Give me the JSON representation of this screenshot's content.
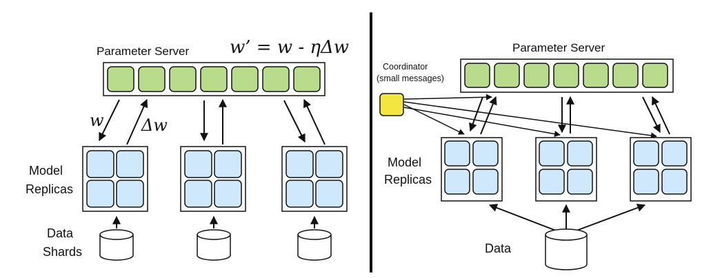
{
  "left_panel": {
    "title": "Parameter Server",
    "update_rule": "w’ = w - ηΔw",
    "w_label": "w",
    "delta_w_label": "Δw",
    "model_label_1": "Model",
    "model_label_2": "Replicas",
    "data_label_1": "Data",
    "data_label_2": "Shards"
  },
  "right_panel": {
    "title": "Parameter Server",
    "coordinator_label_1": "Coordinator",
    "coordinator_label_2": "(small messages)",
    "model_label_1": "Model",
    "model_label_2": "Replicas",
    "data_label": "Data"
  },
  "colors": {
    "server_cell": "#b8dc8c",
    "replica_cell": "#cfe8fb",
    "coordinator": "#f2e640",
    "stroke": "#111111"
  }
}
